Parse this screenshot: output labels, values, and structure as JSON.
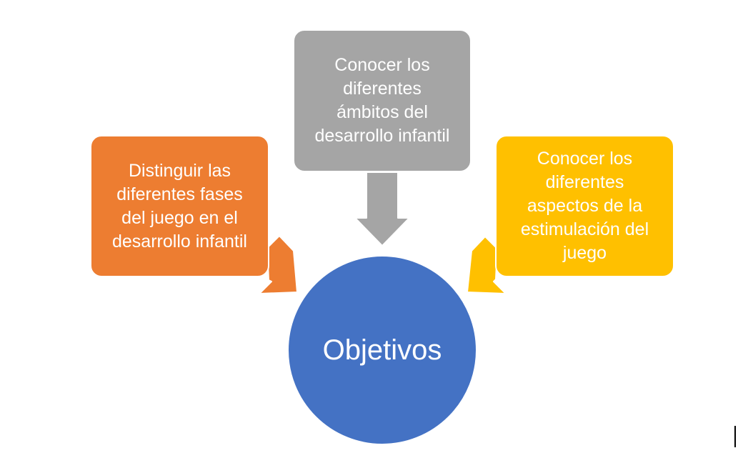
{
  "colors": {
    "left": "#ED7D31",
    "top": "#A5A5A5",
    "right": "#FFC000",
    "center": "#4472C4"
  },
  "center": {
    "label": "Objetivos"
  },
  "objectives": [
    {
      "position": "left",
      "lines": [
        "Distinguir las",
        "diferentes fases",
        "del juego en el",
        "desarrollo infantil"
      ]
    },
    {
      "position": "top",
      "lines": [
        "Conocer los",
        "diferentes",
        "ámbitos del",
        "desarrollo infantil"
      ]
    },
    {
      "position": "right",
      "lines": [
        "Conocer los",
        "diferentes",
        "aspectos de la",
        "estimulación del",
        "juego"
      ]
    }
  ]
}
